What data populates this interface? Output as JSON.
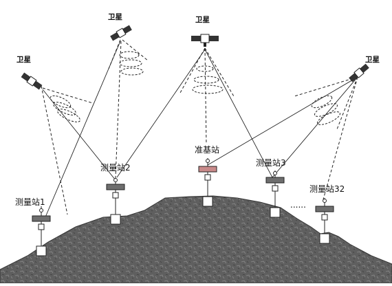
{
  "satellites": [
    {
      "id": "sat-left",
      "label": "卫星"
    },
    {
      "id": "sat-left-upper",
      "label": "卫星"
    },
    {
      "id": "sat-center",
      "label": "卫星"
    },
    {
      "id": "sat-right",
      "label": "卫星"
    }
  ],
  "stations": [
    {
      "id": "station-1",
      "label": "测量站1",
      "type": "measurement"
    },
    {
      "id": "station-2",
      "label": "测量站2",
      "type": "measurement"
    },
    {
      "id": "station-ref",
      "label": "准基站",
      "type": "reference"
    },
    {
      "id": "station-3",
      "label": "测量站3",
      "type": "measurement"
    },
    {
      "id": "station-32",
      "label": "测量站32",
      "type": "measurement"
    }
  ],
  "ellipsis": "......",
  "colors": {
    "ground": "#5f5f5f",
    "reference_antenna": "#c98a8a",
    "measurement_antenna": "#6e6e6e",
    "line": "#222222"
  }
}
